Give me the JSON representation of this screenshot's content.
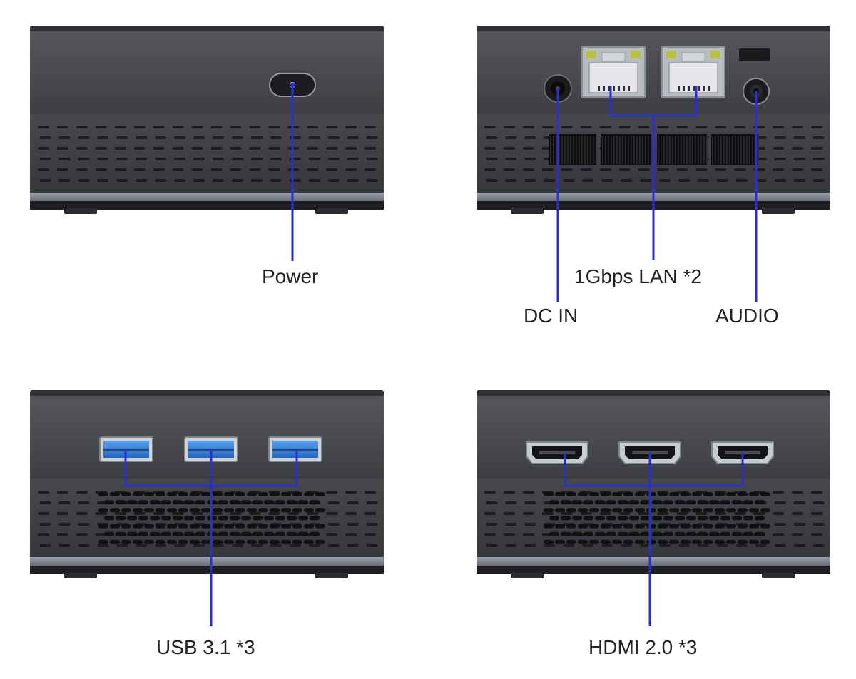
{
  "colors": {
    "leader": "#2a2fd0",
    "body_dark": "#3b3d41",
    "body_mid": "#505256",
    "body_top": "#4a4c50",
    "base": "#1e1f22",
    "stripe": "#8a8e99",
    "usb_blue": "#2f7fd8",
    "lan_led": "#b8c23a",
    "background": "#ffffff"
  },
  "labels": {
    "power": "Power",
    "lan": "1Gbps LAN *2",
    "dc_in": "DC IN",
    "audio": "AUDIO",
    "usb": "USB 3.1 *3",
    "hdmi": "HDMI 2.0 *3"
  },
  "icons": {
    "power_button": "power-button-icon",
    "dc_jack": "dc-jack-icon",
    "lan_port": "ethernet-port-icon",
    "audio_jack": "audio-jack-icon",
    "usb_port": "usb-port-icon",
    "hdmi_port": "hdmi-port-icon"
  }
}
